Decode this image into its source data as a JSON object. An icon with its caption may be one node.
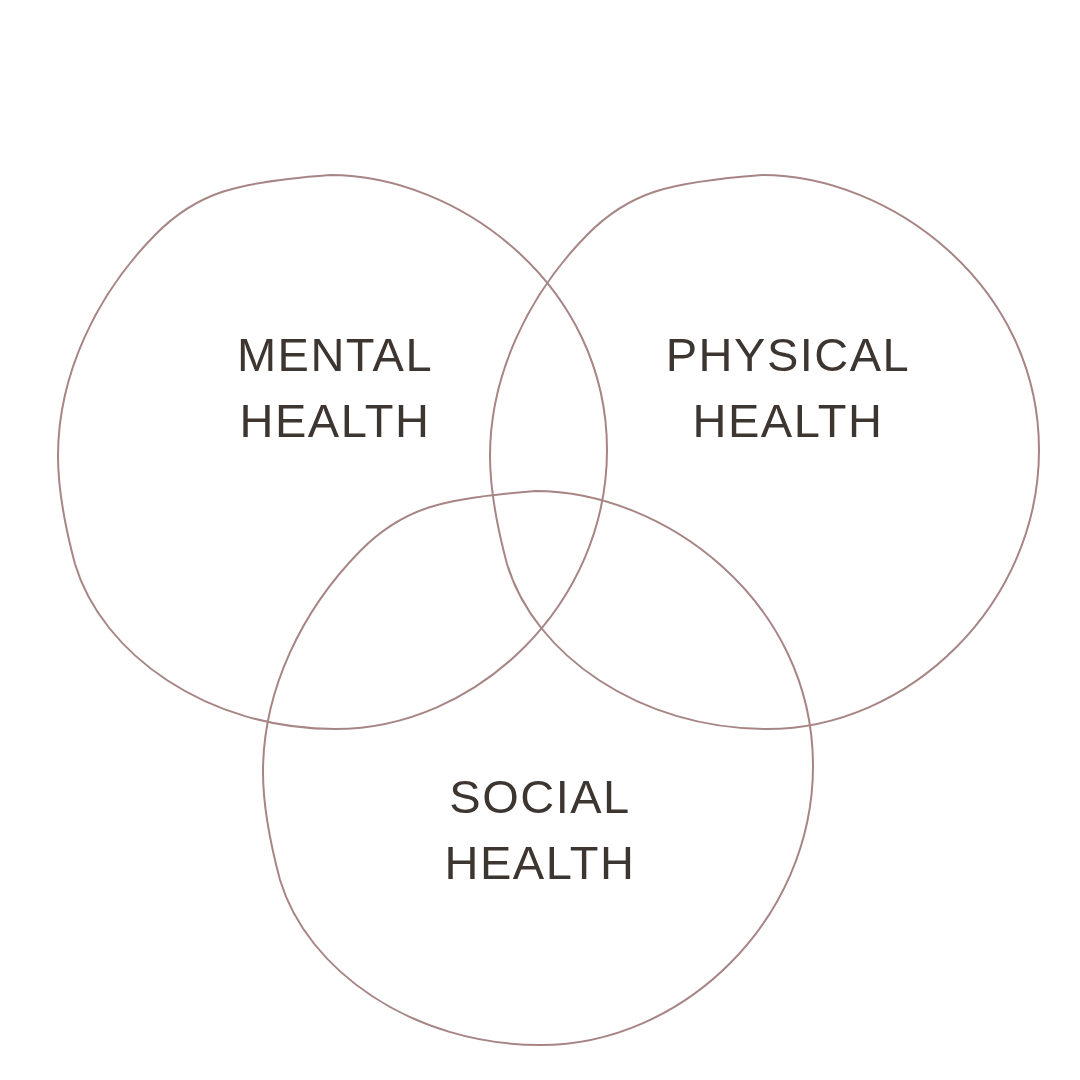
{
  "diagram": {
    "nodes": [
      {
        "text": [
          "MENTAL HEALTH"
        ]
      },
      {
        "text": [
          "PHYSICAL HEALTH"
        ]
      },
      {
        "text": [
          "SOCIAL HEALTH"
        ]
      }
    ]
  }
}
